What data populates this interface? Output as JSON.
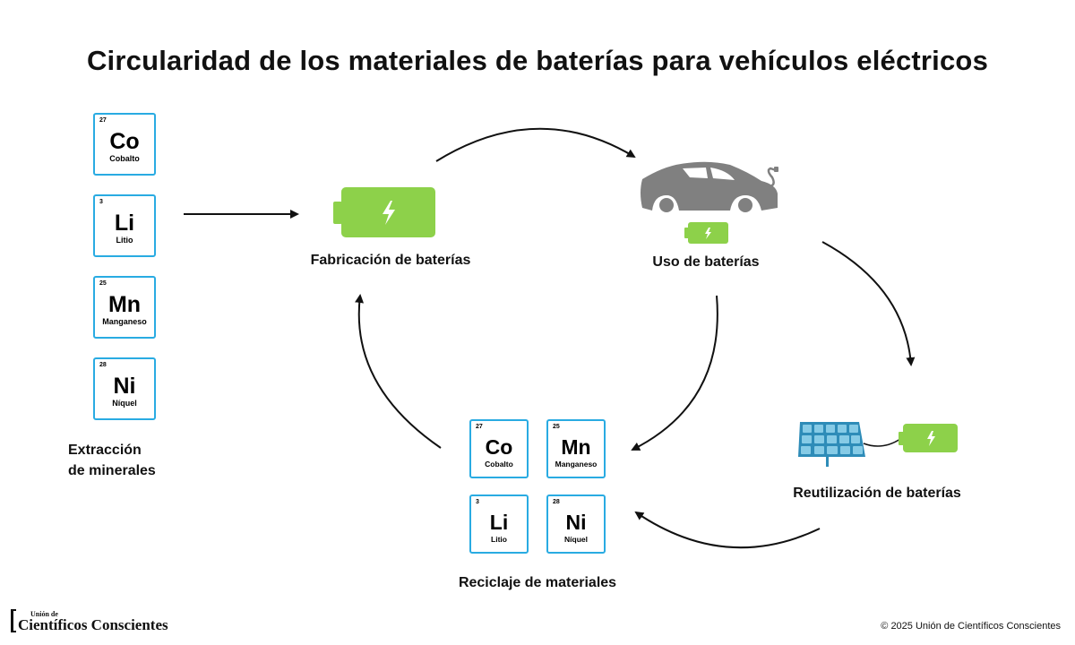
{
  "title": "Circularidad de los materiales de baterías para vehículos eléctricos",
  "extraction": {
    "label_line1": "Extracción",
    "label_line2": "de minerales",
    "elements": [
      {
        "number": "27",
        "symbol": "Co",
        "name": "Cobalto"
      },
      {
        "number": "3",
        "symbol": "Li",
        "name": "Litio"
      },
      {
        "number": "25",
        "symbol": "Mn",
        "name": "Manganeso"
      },
      {
        "number": "28",
        "symbol": "Ni",
        "name": "Níquel"
      }
    ]
  },
  "stages": {
    "manufacturing": "Fabricación de baterías",
    "use": "Uso de baterías",
    "reuse": "Reutilización de baterías",
    "recycling": "Reciclaje de materiales"
  },
  "recycled_elements": [
    {
      "number": "27",
      "symbol": "Co",
      "name": "Cobalto"
    },
    {
      "number": "25",
      "symbol": "Mn",
      "name": "Manganeso"
    },
    {
      "number": "3",
      "symbol": "Li",
      "name": "Litio"
    },
    {
      "number": "28",
      "symbol": "Ni",
      "name": "Níquel"
    }
  ],
  "logo": {
    "line1": "Unión de",
    "line2": "Científicos Conscientes"
  },
  "copyright": "© 2025 Unión de Científicos Conscientes",
  "colors": {
    "battery": "#8dd14a",
    "tile_border": "#29abe2",
    "car": "#808080",
    "solar": "#2e8cb8"
  }
}
